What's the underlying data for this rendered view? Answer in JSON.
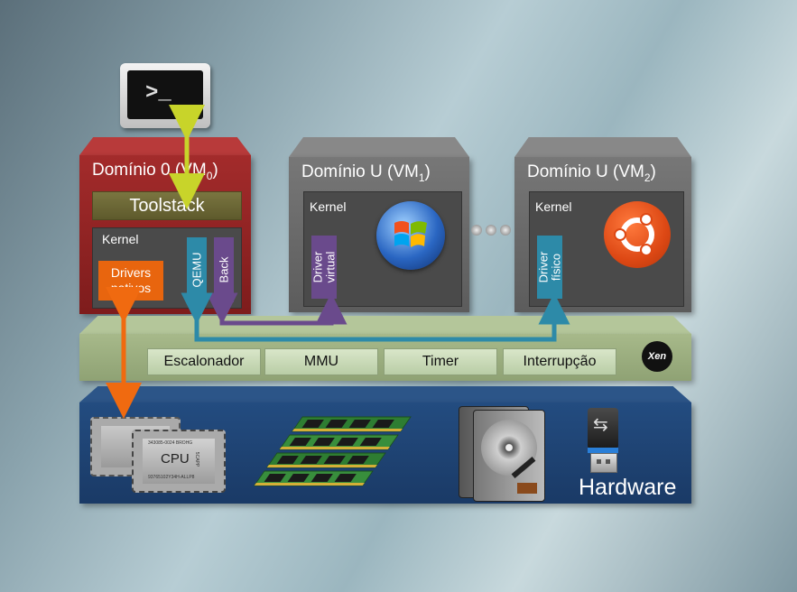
{
  "terminal": {
    "prompt": ">_"
  },
  "dom0": {
    "title_prefix": "Domínio 0 (VM",
    "title_sub": "0",
    "title_suffix": ")",
    "toolstack": "Toolstack",
    "kernel": "Kernel",
    "drivers": "Drivers nativos",
    "qemu": "QEMU",
    "back": "Back"
  },
  "domU1": {
    "title_prefix": "Domínio U (VM",
    "title_sub": "1",
    "title_suffix": ")",
    "kernel": "Kernel",
    "driver_line1": "Driver",
    "driver_line2": "virtual",
    "logo": "windows-logo"
  },
  "domU2": {
    "title_prefix": "Domínio U (VM",
    "title_sub": "2",
    "title_suffix": ")",
    "kernel": "Kernel",
    "driver_line1": "Driver",
    "driver_line2": "físico",
    "logo": "ubuntu-logo"
  },
  "xen": {
    "components": [
      "Escalonador",
      "MMU",
      "Timer",
      "Interrupção"
    ],
    "logo_text": "Xen"
  },
  "hardware": {
    "label": "Hardware",
    "cpu_label": "CPU",
    "cpu_chip_code": "343085-0024 BROHG",
    "cpu_side_code": "5CAPP",
    "cpu_bottom_code": "93765102Y34H-ALLP8",
    "items": [
      "cpu-icon",
      "ram-icon",
      "hard-disk-icon",
      "usb-icon"
    ]
  },
  "colors": {
    "dom0": "#9c2626",
    "domU": "#6b6b6b",
    "toolstack": "#6f6a36",
    "xen": "#9fb37f",
    "hardware": "#1d3f6c",
    "drivers": "#e8650e",
    "qemu": "#2d8aa8",
    "back": "#6a4a8c",
    "arrow_yellow": "#c8d42a",
    "arrow_orange": "#f06a10"
  }
}
